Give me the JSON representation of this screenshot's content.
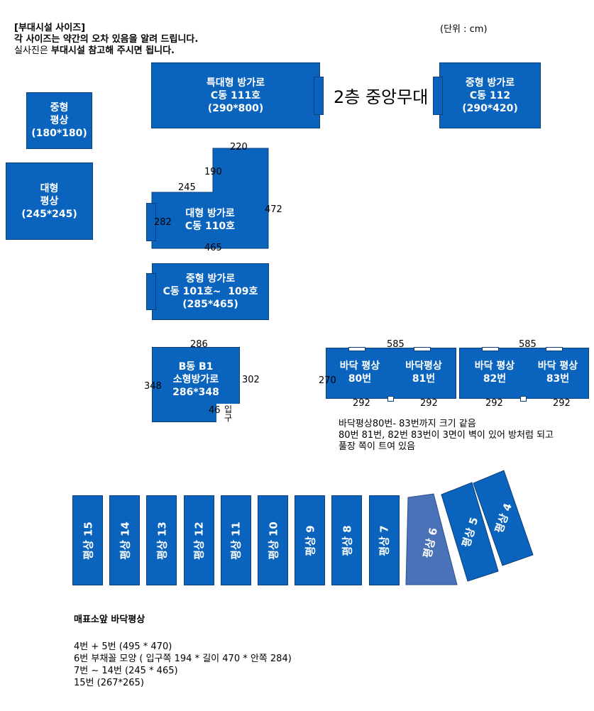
{
  "header": {
    "line1": "[부대시설 사이즈]",
    "line2": "각 사이즈는 약간의 오차 있음을 알려 드립니다.",
    "line3_a": "실사진은 ",
    "line3_b": "부대시설 참고해 주시면 됩니다.",
    "unit": "(단위 : cm)"
  },
  "top_rooms": {
    "special": "특대형 방가로\nC동 111호\n(290*800)",
    "stage": "2층 중앙무대",
    "medium112": "중형 방가로\nC동 112\n(290*420)"
  },
  "left": {
    "medium_pyeongsang": "중형\n평상\n(180*180)",
    "large_pyeongsang": "대형\n평상\n(245*245)"
  },
  "room110": {
    "label": "대형 방가로\nC동 110호",
    "d220": "220",
    "d190": "190",
    "d245": "245",
    "d472": "472",
    "d282": "282",
    "d465": "465"
  },
  "room101": {
    "label": "중형 방가로\nC동 101호~  109호\n(285*465)"
  },
  "roomB1": {
    "label": "B동 B1\n소형방가로\n286*348",
    "d286": "286",
    "d348": "348",
    "d302": "302",
    "d46": "46",
    "entrance": "입\n구"
  },
  "floor": {
    "p80": "바닥 평상\n80번",
    "p81": "바닥평상\n81번",
    "p82": "바닥 평상\n82번",
    "p83": "바닥 평상\n83번",
    "d585a": "585",
    "d585b": "585",
    "d270": "270",
    "d292a": "292",
    "d292b": "292",
    "d292c": "292",
    "d292d": "292",
    "note": "바닥평상80번- 83번까지 크기 같음\n80번 81번, 82번 83번이 3면이 벽이 있어 방처럼 되고\n풀장 쪽이 트여 있음"
  },
  "pyeongsang_row": [
    "평상 15",
    "평상 14",
    "평상 13",
    "평상 12",
    "평상 11",
    "평상 10",
    "평상 9",
    "평상 8",
    "평상 7"
  ],
  "pyeongsang_special": {
    "p6": "평상 6",
    "p5": "평상 5",
    "p4": "평상 4"
  },
  "footer": {
    "title": "매표소앞 바닥평상",
    "line1": "4번 + 5번 (495 * 470)",
    "line2": "6번 부채꼴 모양 ( 입구쪽 194 * 길이 470 * 안쪽 284)",
    "line3": "7번 ~ 14번 (245 * 465)",
    "line4": "15번 (267*265)"
  },
  "colors": {
    "blue": "#0a64be",
    "border": "#0a3f7a",
    "fan": "#4a72b8"
  }
}
